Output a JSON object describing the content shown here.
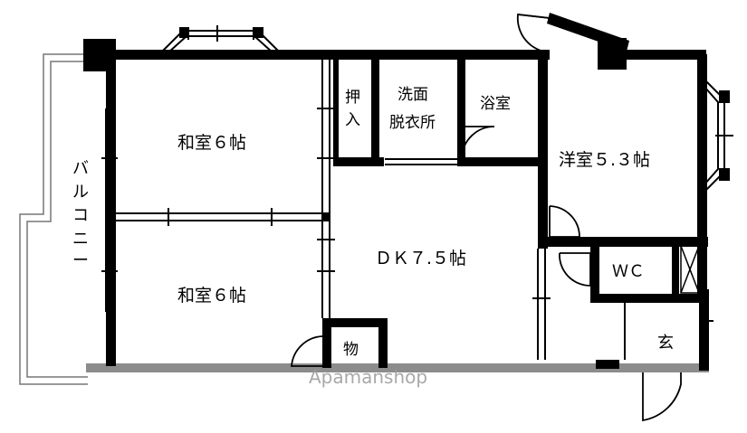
{
  "floor_plan": {
    "rooms": {
      "washitsu_top": "和室６帖",
      "washitsu_bottom": "和室６帖",
      "oshiire_line1": "押",
      "oshiire_line2": "入",
      "senmen_line1": "洗面",
      "senmen_line2": "脱衣所",
      "yokushitsu": "浴室",
      "youshitsu": "洋室５.３帖",
      "dk": "ＤＫ７.５帖",
      "wc": "ＷＣ",
      "genkan": "玄",
      "mono": "物",
      "balcony": [
        "バ",
        "ル",
        "コ",
        "ニ",
        "ー"
      ]
    },
    "watermark": "Apamanshop"
  }
}
